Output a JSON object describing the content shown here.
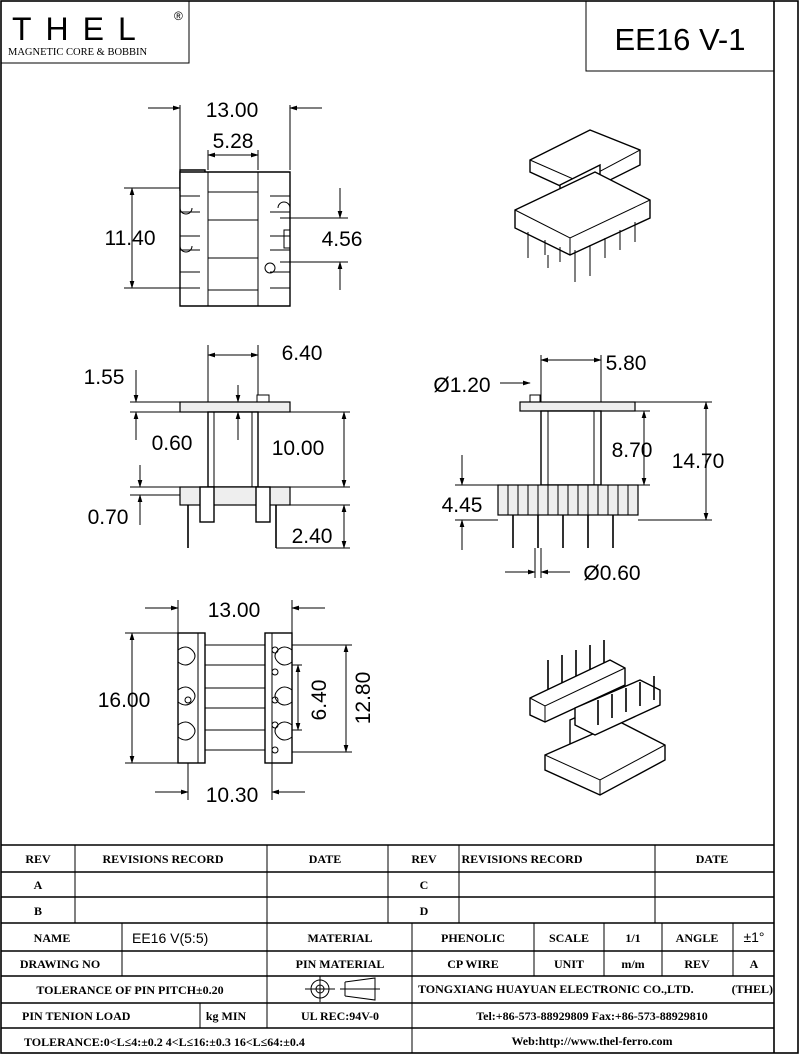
{
  "logo": {
    "brand": "THEL",
    "registered": "®",
    "tagline": "MAGNETIC CORE & BOBBIN"
  },
  "part_number": "EE16 V-1",
  "dimensions": {
    "top_width": "13.00",
    "top_inner": "5.28",
    "top_height": "11.40",
    "top_right": "4.56",
    "side_flange": "1.55",
    "side_gap": "0.60",
    "side_width": "6.40",
    "side_height": "10.00",
    "side_bottom": "0.70",
    "side_pin": "2.40",
    "front_hole": "Ø1.20",
    "front_width": "5.80",
    "front_h1": "8.70",
    "front_h2": "14.70",
    "front_base": "4.45",
    "front_pin": "Ø0.60",
    "bottom_width": "13.00",
    "bottom_height": "16.00",
    "bottom_pitch": "6.40",
    "bottom_span": "12.80",
    "bottom_inner": "10.30"
  },
  "revisions": {
    "headers": {
      "rev": "REV",
      "record": "REVISIONS RECORD",
      "date": "DATE"
    },
    "left_rows": [
      "A",
      "B"
    ],
    "right_rows": [
      "C",
      "D"
    ]
  },
  "title_block": {
    "name_label": "NAME",
    "name_value": "EE16 V(5:5)",
    "material_label": "MATERIAL",
    "material_value": "PHENOLIC",
    "scale_label": "SCALE",
    "scale_value": "1/1",
    "angle_label": "ANGLE",
    "angle_value": "±1°",
    "drawing_no_label": "DRAWING NO",
    "pin_material_label": "PIN MATERIAL",
    "pin_material_value": "CP WIRE",
    "unit_label": "UNIT",
    "unit_value": "m/m",
    "rev_label": "REV",
    "rev_value": "A",
    "pitch_tolerance": "TOLERANCE OF PIN PITCH±0.20",
    "company": "TONGXIANG HUAYUAN ELECTRONIC CO.,LTD.",
    "company_short": "(THEL)",
    "pin_tension_label": "PIN TENION LOAD",
    "pin_tension_unit": "kg MIN",
    "ul_rec": "UL REC:94V-0",
    "tel_fax": "Tel:+86-573-88929809 Fax:+86-573-88929810",
    "tolerance": "TOLERANCE:0<L≤4:±0.2  4<L≤16:±0.3  16<L≤64:±0.4",
    "web": "Web:http://www.thel-ferro.com"
  }
}
